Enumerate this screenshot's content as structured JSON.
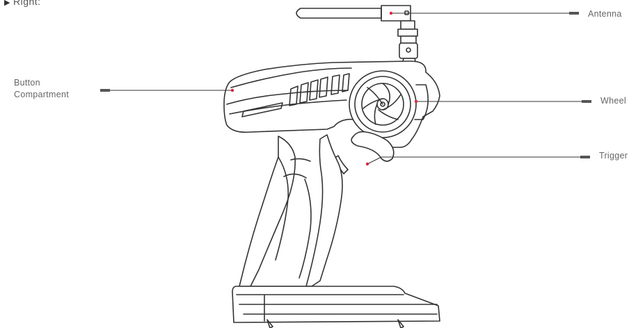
{
  "section": {
    "marker": "▶",
    "title": "Right:"
  },
  "labels": {
    "antenna": "Antenna",
    "wheel": "Wheel",
    "trigger": "Trigger",
    "button_compartment_line1": "Button",
    "button_compartment_line2": "Compartment"
  },
  "colors": {
    "callout_dot": "#d9283a",
    "line": "#333333",
    "text": "#666666"
  }
}
